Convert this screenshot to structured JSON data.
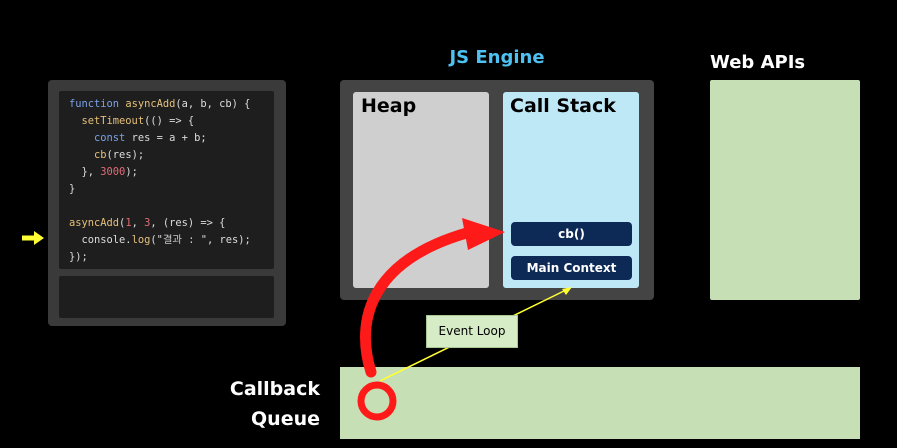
{
  "code": {
    "lines": [
      [
        "function",
        " ",
        "asyncAdd",
        "(a, b, cb) {"
      ],
      [
        "  ",
        "setTimeout",
        "(() => {"
      ],
      [
        "    ",
        "const",
        " res = a + b;"
      ],
      [
        "    ",
        "cb",
        "(res);"
      ],
      [
        "  }, ",
        "3000",
        ");"
      ],
      [
        "}"
      ],
      [
        ""
      ],
      [
        "asyncAdd",
        "(",
        "1",
        ", ",
        "3",
        ", (res) => {"
      ],
      [
        "  console.",
        "log",
        "(\"",
        "결과 : ",
        "\", res);"
      ],
      [
        "});"
      ]
    ]
  },
  "js_engine": {
    "title": "JS Engine"
  },
  "heap": {
    "title": "Heap"
  },
  "call_stack": {
    "title": "Call Stack",
    "frames": [
      "cb()",
      "Main Context"
    ]
  },
  "web_apis": {
    "title": "Web APIs"
  },
  "callback_queue": {
    "title_line1": "Callback",
    "title_line2": "Queue"
  },
  "event_loop": {
    "label": "Event Loop"
  },
  "colors": {
    "accent_blue": "#4fc1f0",
    "frame_navy": "#0d2a57",
    "arrow_red": "#ff1a1a",
    "pointer_yellow": "#ffff33",
    "green_box": "#c6dfb4"
  }
}
